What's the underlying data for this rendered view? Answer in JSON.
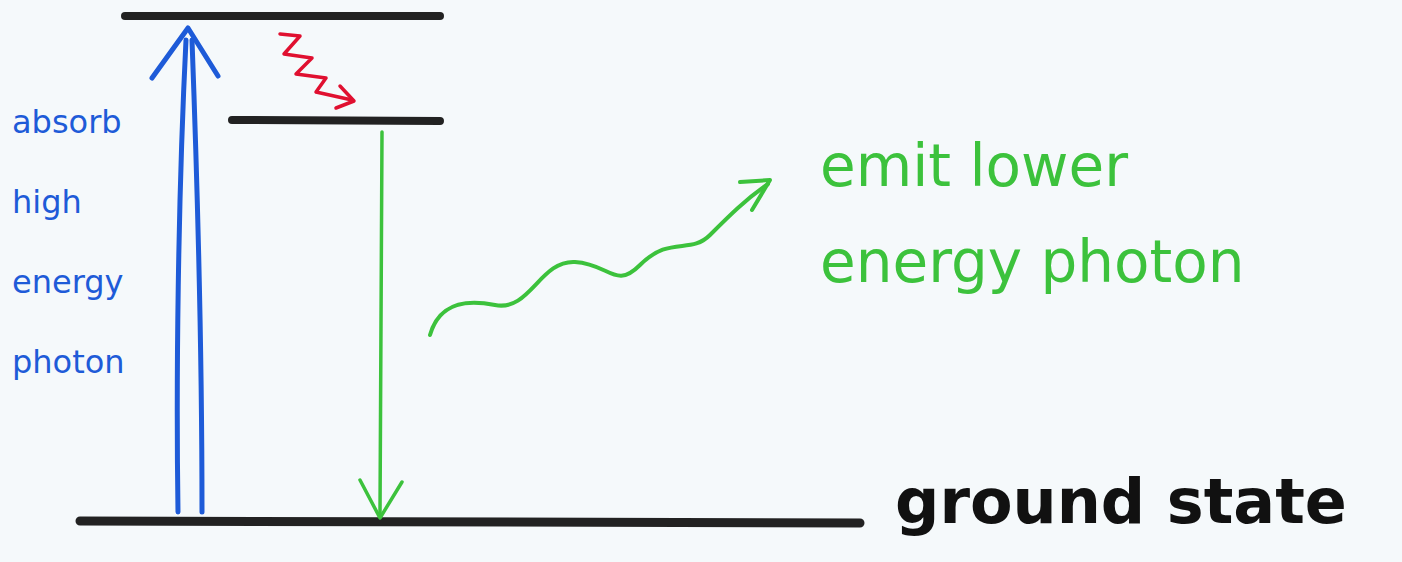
{
  "diagram": {
    "labels": [
      "absorb high energy photon",
      "emit lower energy photon",
      "ground state"
    ]
  }
}
